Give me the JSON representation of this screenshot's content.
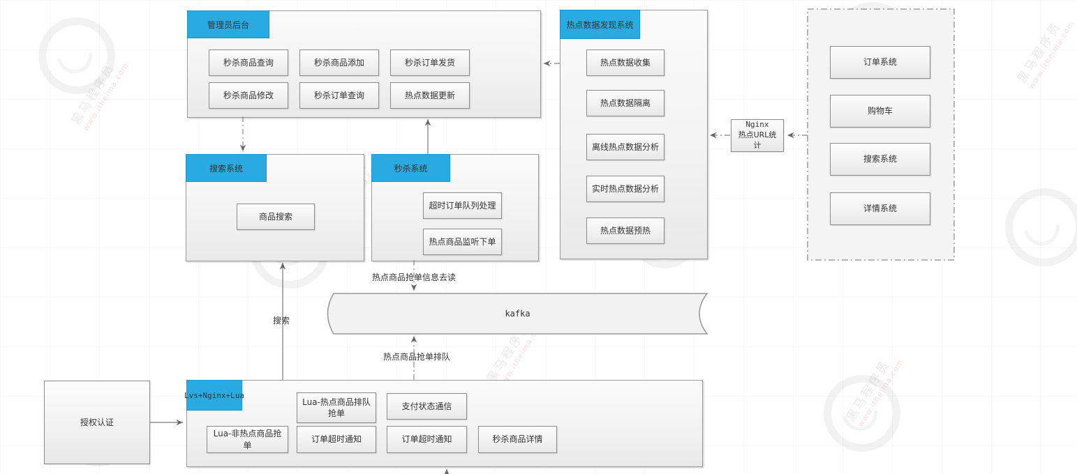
{
  "colors": {
    "accent": "#29abe2"
  },
  "watermark": {
    "brand": "黑马程序员",
    "url": "www.itheima.com"
  },
  "admin": {
    "title": "管理员后台",
    "items": [
      "秒杀商品查询",
      "秒杀商品添加",
      "秒杀订单发货",
      "秒杀商品修改",
      "秒杀订单查询",
      "热点数据更新"
    ]
  },
  "search_system": {
    "title": "搜索系统",
    "items": [
      "商品搜索"
    ]
  },
  "seckill_system": {
    "title": "秒杀系统",
    "items": [
      "超时订单队列处理",
      "热点商品监听下单"
    ]
  },
  "hotspot_system": {
    "title": "热点数据发现系统",
    "items": [
      "热点数据收集",
      "热点数据隔离",
      "离线热点数据分析",
      "实时热点数据分析",
      "热点数据预热"
    ]
  },
  "gateway": {
    "title": "Lvs+Nginx+Lua",
    "items": [
      "Lua-热点商品排队抢单",
      "支付状态通信",
      "Lua-非热点商品抢单",
      "订单超时通知",
      "订单超时通知",
      "秒杀商品详情"
    ]
  },
  "client_systems": {
    "items": [
      "订单系统",
      "购物车",
      "搜索系统",
      "详情系统"
    ]
  },
  "nginx": {
    "line1": "Nginx",
    "line2": "热点URL统计"
  },
  "kafka": {
    "label": "kafka"
  },
  "auth": {
    "label": "授权认证"
  },
  "edge_labels": {
    "dequeue": "热点商品抢单信息去读",
    "enqueue": "热点商品抢单排队",
    "search": "搜索"
  }
}
